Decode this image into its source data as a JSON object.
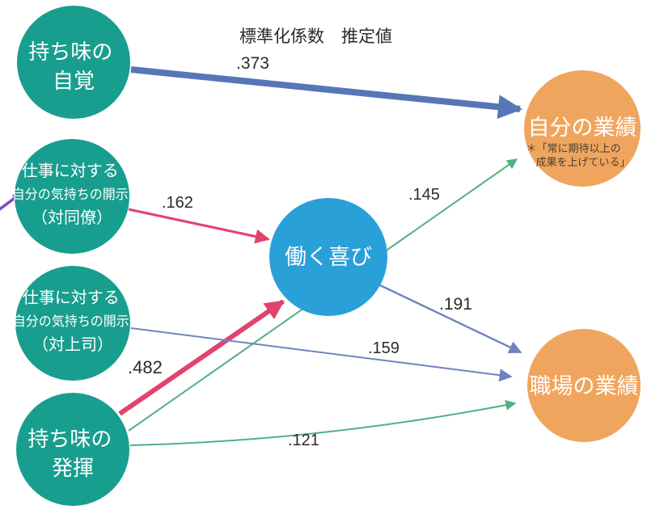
{
  "title": "標準化係数　推定値",
  "colors": {
    "background": "#ffffff",
    "teal_node": "#189e8e",
    "blue_node": "#2aa0d8",
    "orange_node": "#f0a55e",
    "node_text": "#ffffff",
    "annotation_text": "#4a4033",
    "label_text": "#2b2b2b",
    "blue_thick": "#5577b8",
    "blue_thin": "#6e84c0",
    "pink": "#e2426e",
    "green": "#4fb180",
    "purple": "#7a4bc5"
  },
  "nodes": {
    "jikaku": {
      "lines": [
        "持ち味の",
        "自覚"
      ]
    },
    "kaiji_doryo": {
      "lines": [
        "仕事に対する",
        "自分の気持ちの開示",
        "（対同僚）"
      ]
    },
    "kaiji_joshi": {
      "lines": [
        "仕事に対する",
        "自分の気持ちの開示",
        "（対上司）"
      ]
    },
    "hakki": {
      "lines": [
        "持ち味の",
        "発揮"
      ]
    },
    "yorokobi": {
      "label": "働く喜び"
    },
    "jibun": {
      "label": "自分の業績",
      "note_lines": [
        "＊「常に期待以上の",
        "成果を上げている」"
      ]
    },
    "shokuba": {
      "label": "職場の業績"
    }
  },
  "edges": {
    "e373": {
      "value": ".373",
      "from": "jikaku",
      "to": "jibun",
      "color": "blue_thick"
    },
    "e162": {
      "value": ".162",
      "from": "kaiji_doryo",
      "to": "yorokobi",
      "color": "pink"
    },
    "e482": {
      "value": ".482",
      "from": "hakki",
      "to": "yorokobi",
      "color": "pink"
    },
    "e145": {
      "value": ".145",
      "from": "hakki",
      "to": "jibun",
      "color": "green"
    },
    "e121": {
      "value": ".121",
      "from": "hakki",
      "to": "shokuba",
      "color": "green"
    },
    "e159": {
      "value": ".159",
      "from": "kaiji_joshi",
      "to": "shokuba",
      "color": "blue_thin"
    },
    "e191": {
      "value": ".191",
      "from": "yorokobi",
      "to": "shokuba",
      "color": "blue_thin"
    }
  }
}
